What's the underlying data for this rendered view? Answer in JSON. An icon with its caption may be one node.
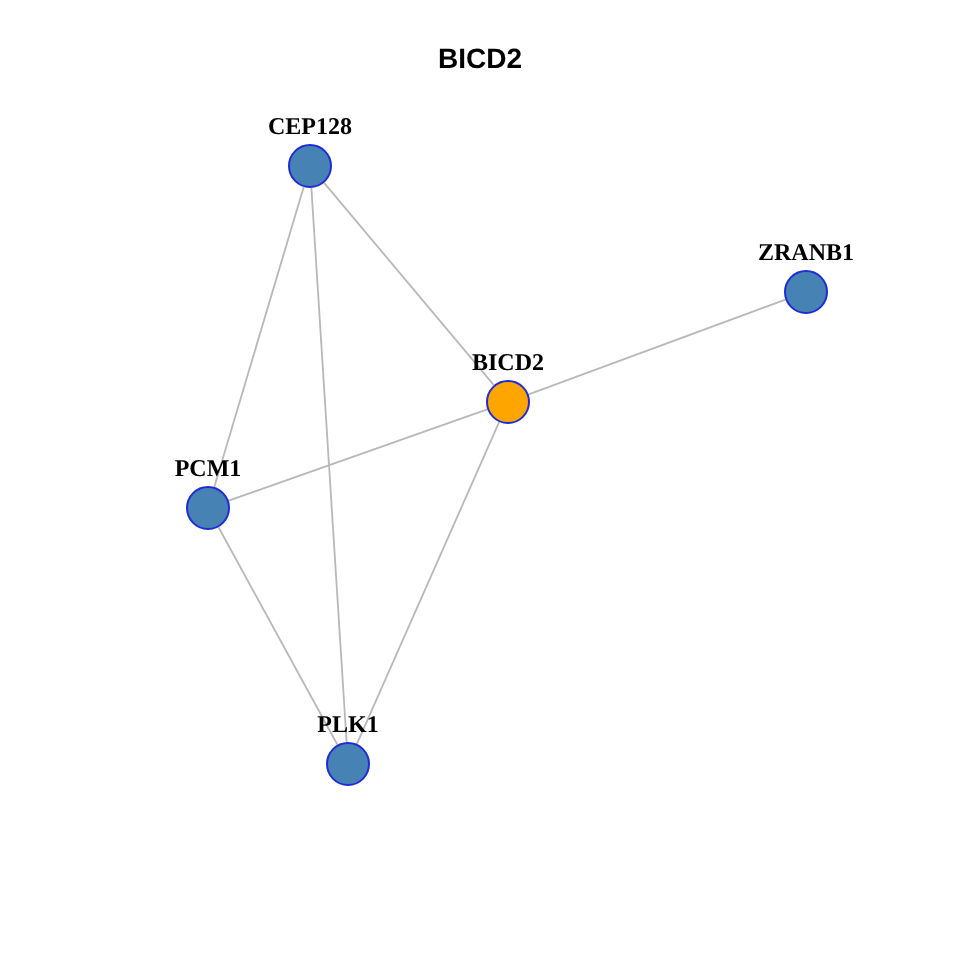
{
  "diagram": {
    "title": "BICD2",
    "nodes": [
      {
        "text": [
          "BICD2"
        ]
      },
      {
        "text": [
          "CEP128"
        ]
      },
      {
        "text": [
          "ZRANB1"
        ]
      },
      {
        "text": [
          "PCM1"
        ]
      },
      {
        "text": [
          "PLK1"
        ]
      }
    ],
    "edges": [
      {
        "from": 1,
        "to": 3,
        "arrow": "none"
      },
      {
        "from": 1,
        "to": 4,
        "arrow": "none"
      },
      {
        "from": 1,
        "to": 0,
        "arrow": "none"
      },
      {
        "from": 0,
        "to": 2,
        "arrow": "none"
      },
      {
        "from": 0,
        "to": 3,
        "arrow": "none"
      },
      {
        "from": 0,
        "to": 4,
        "arrow": "none"
      },
      {
        "from": 3,
        "to": 4,
        "arrow": "none"
      }
    ]
  }
}
